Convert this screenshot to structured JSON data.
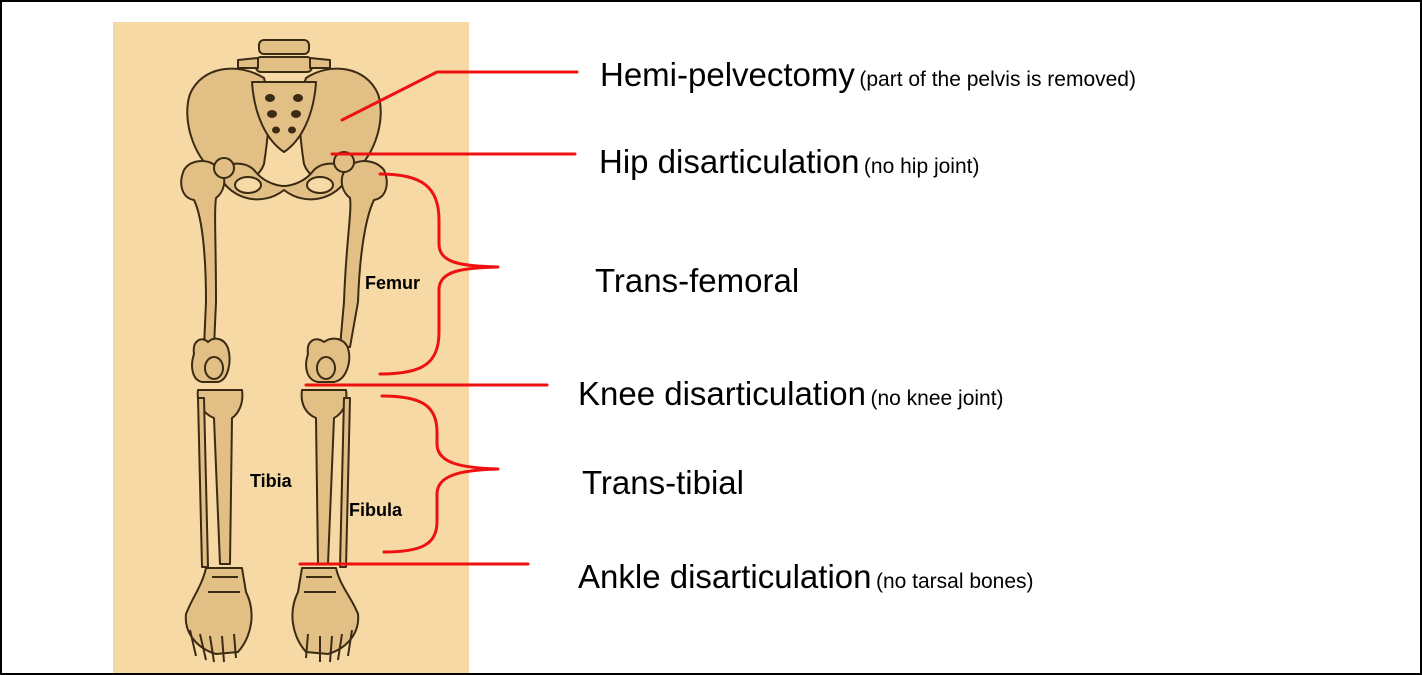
{
  "colors": {
    "background": "#ffffff",
    "illustration_background": "#f6d9a4",
    "bone_fill": "#e2c085",
    "bone_outline": "#3b2a14",
    "pointer_lines": "#ee1111"
  },
  "bone_labels": {
    "femur": "Femur",
    "tibia": "Tibia",
    "fibula": "Fibula"
  },
  "levels": [
    {
      "key": "hemi",
      "name": "Hemi-pelvectomy",
      "note": "(part of the pelvis is removed)"
    },
    {
      "key": "hip",
      "name": "Hip disarticulation",
      "note": "(no hip joint)"
    },
    {
      "key": "transfemoral",
      "name": "Trans-femoral",
      "note": ""
    },
    {
      "key": "knee",
      "name": "Knee disarticulation",
      "note": "(no knee joint)"
    },
    {
      "key": "transtibial",
      "name": "Trans-tibial",
      "note": ""
    },
    {
      "key": "ankle",
      "name": "Ankle disarticulation",
      "note": "(no tarsal bones)"
    }
  ]
}
